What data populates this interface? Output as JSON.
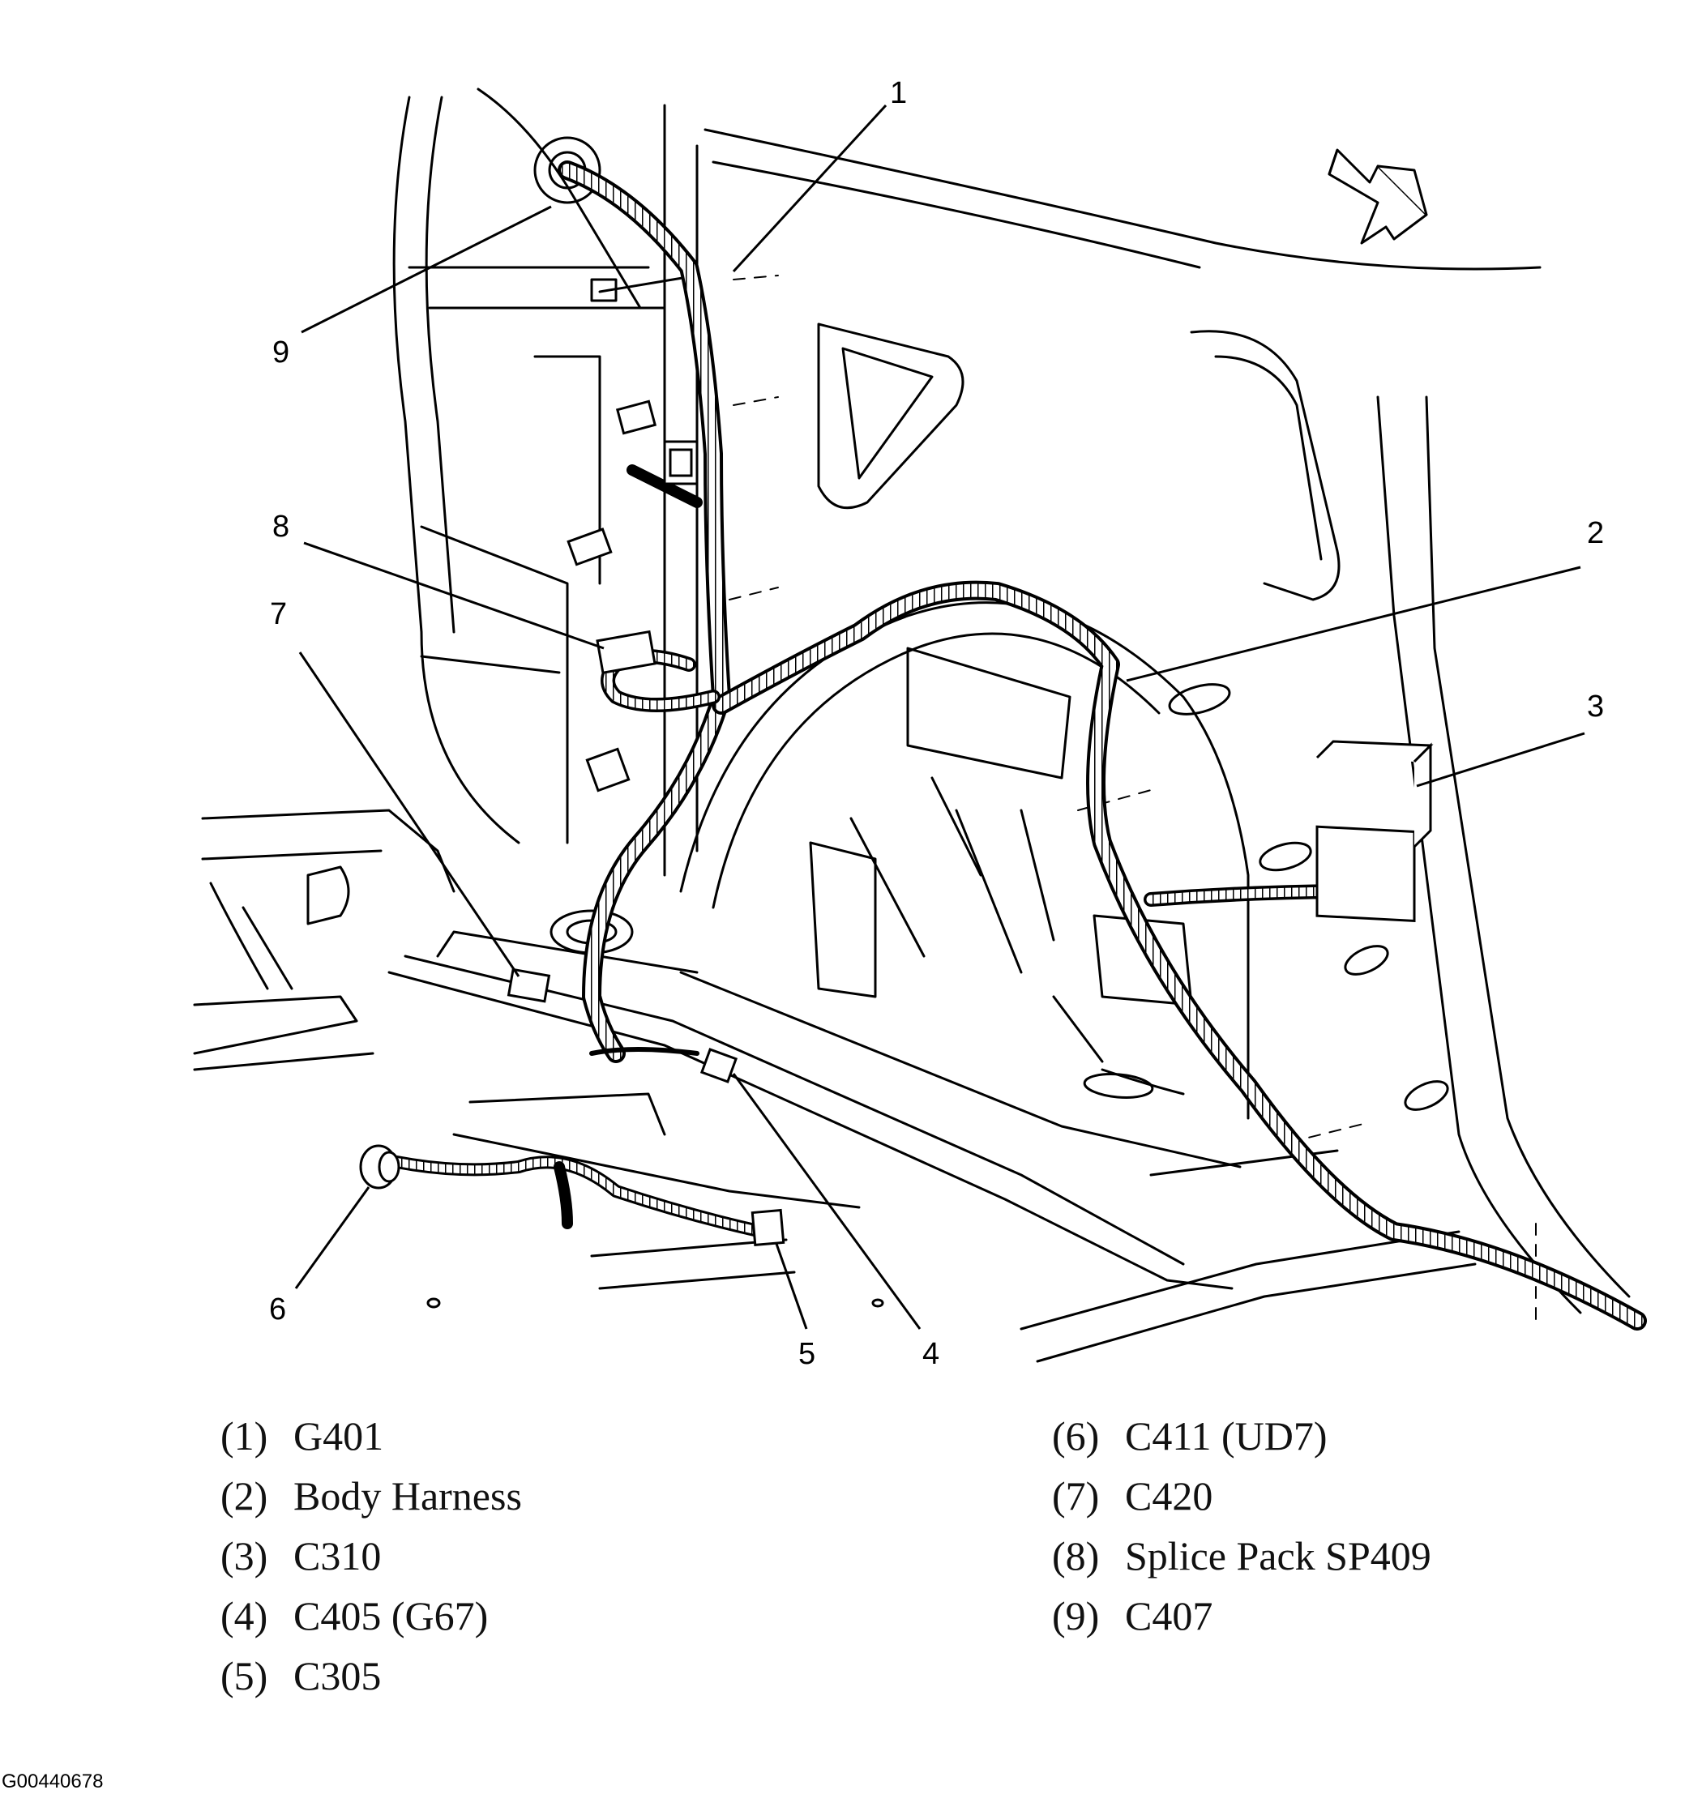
{
  "callouts": [
    "1",
    "2",
    "3",
    "4",
    "5",
    "6",
    "7",
    "8",
    "9"
  ],
  "legend": {
    "left": [
      {
        "num": "(1)",
        "label": "G401"
      },
      {
        "num": "(2)",
        "label": "Body Harness"
      },
      {
        "num": "(3)",
        "label": "C310"
      },
      {
        "num": "(4)",
        "label": "C405 (G67)"
      },
      {
        "num": "(5)",
        "label": "C305"
      }
    ],
    "right": [
      {
        "num": "(6)",
        "label": "C411 (UD7)"
      },
      {
        "num": "(7)",
        "label": "C420"
      },
      {
        "num": "(8)",
        "label": "Splice Pack SP409"
      },
      {
        "num": "(9)",
        "label": "C407"
      }
    ]
  },
  "figure_id": "G00440678",
  "colors": {
    "line": "#000000",
    "background": "#ffffff"
  }
}
